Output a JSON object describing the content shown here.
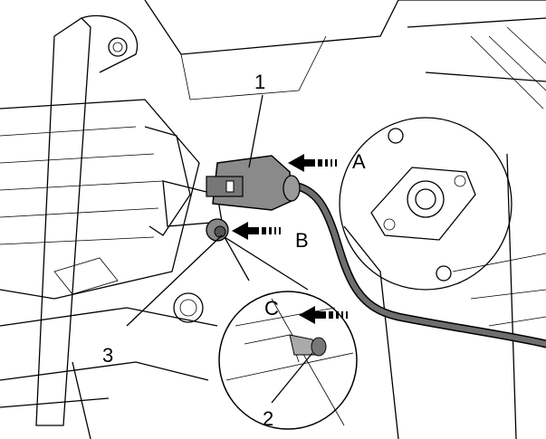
{
  "diagram": {
    "callouts": {
      "item_1": "1",
      "item_2": "2",
      "item_3": "3",
      "arrow_a": "A",
      "arrow_b": "B",
      "arrow_c": "C"
    },
    "colors": {
      "line": "#000000",
      "connector_fill": "#8a8a8a",
      "cable": "#6e6e6e",
      "background": "#ffffff"
    }
  }
}
